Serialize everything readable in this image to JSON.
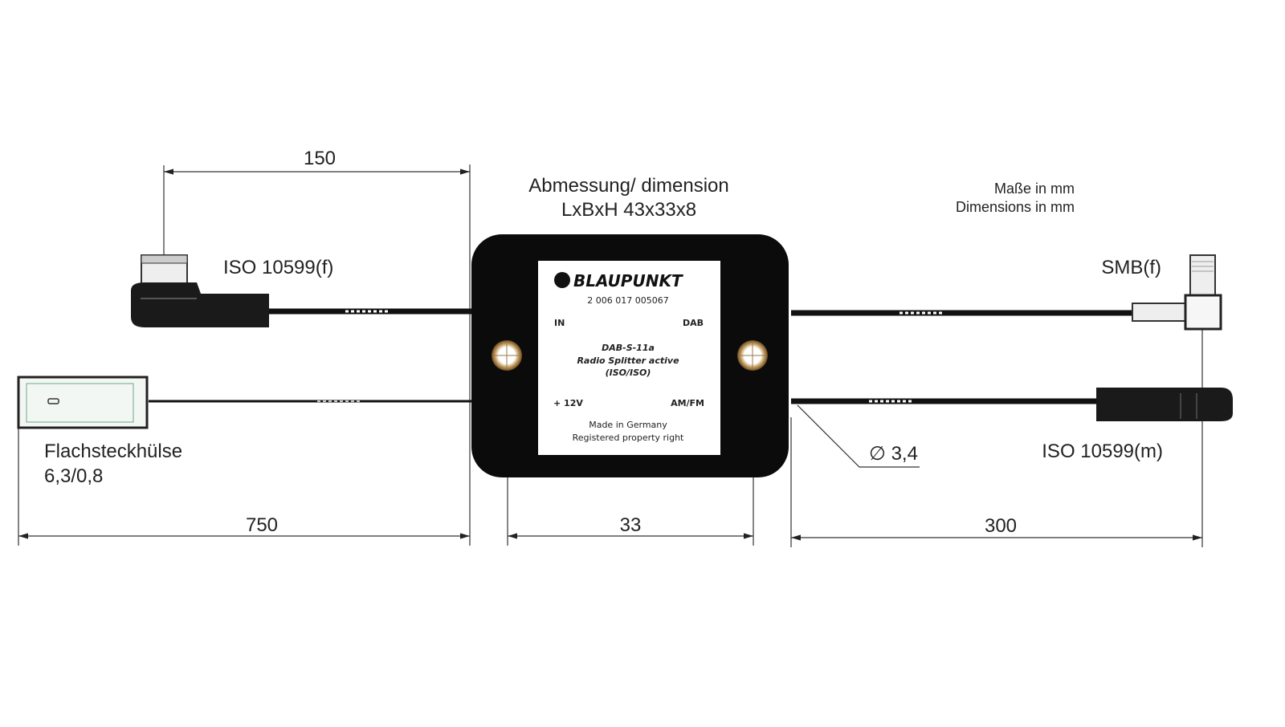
{
  "dimensions": {
    "top_length": "150",
    "left_length": "750",
    "box_width": "33",
    "right_length": "300",
    "cable_diameter": "∅ 3,4"
  },
  "heading": {
    "line1": "Abmessung/ dimension",
    "line2": "LxBxH 43x33x8"
  },
  "units_note": {
    "line1": "Maße in mm",
    "line2": "Dimensions in mm"
  },
  "connectors": {
    "iso_female": "ISO 10599(f)",
    "smb_female": "SMB(f)",
    "iso_male": "ISO 10599(m)",
    "flat_sleeve_line1": "Flachsteckhülse",
    "flat_sleeve_line2": "6,3/0,8"
  },
  "device_label": {
    "brand": "BLAUPUNKT",
    "part_number": "2 006 017 005067",
    "port_in": "IN",
    "port_dab": "DAB",
    "model": "DAB-S-11a",
    "description": "Radio Splitter active",
    "type": "(ISO/ISO)",
    "port_power": "+ 12V",
    "port_amfm": "AM/FM",
    "origin": "Made in Germany",
    "rights": "Registered property right"
  }
}
